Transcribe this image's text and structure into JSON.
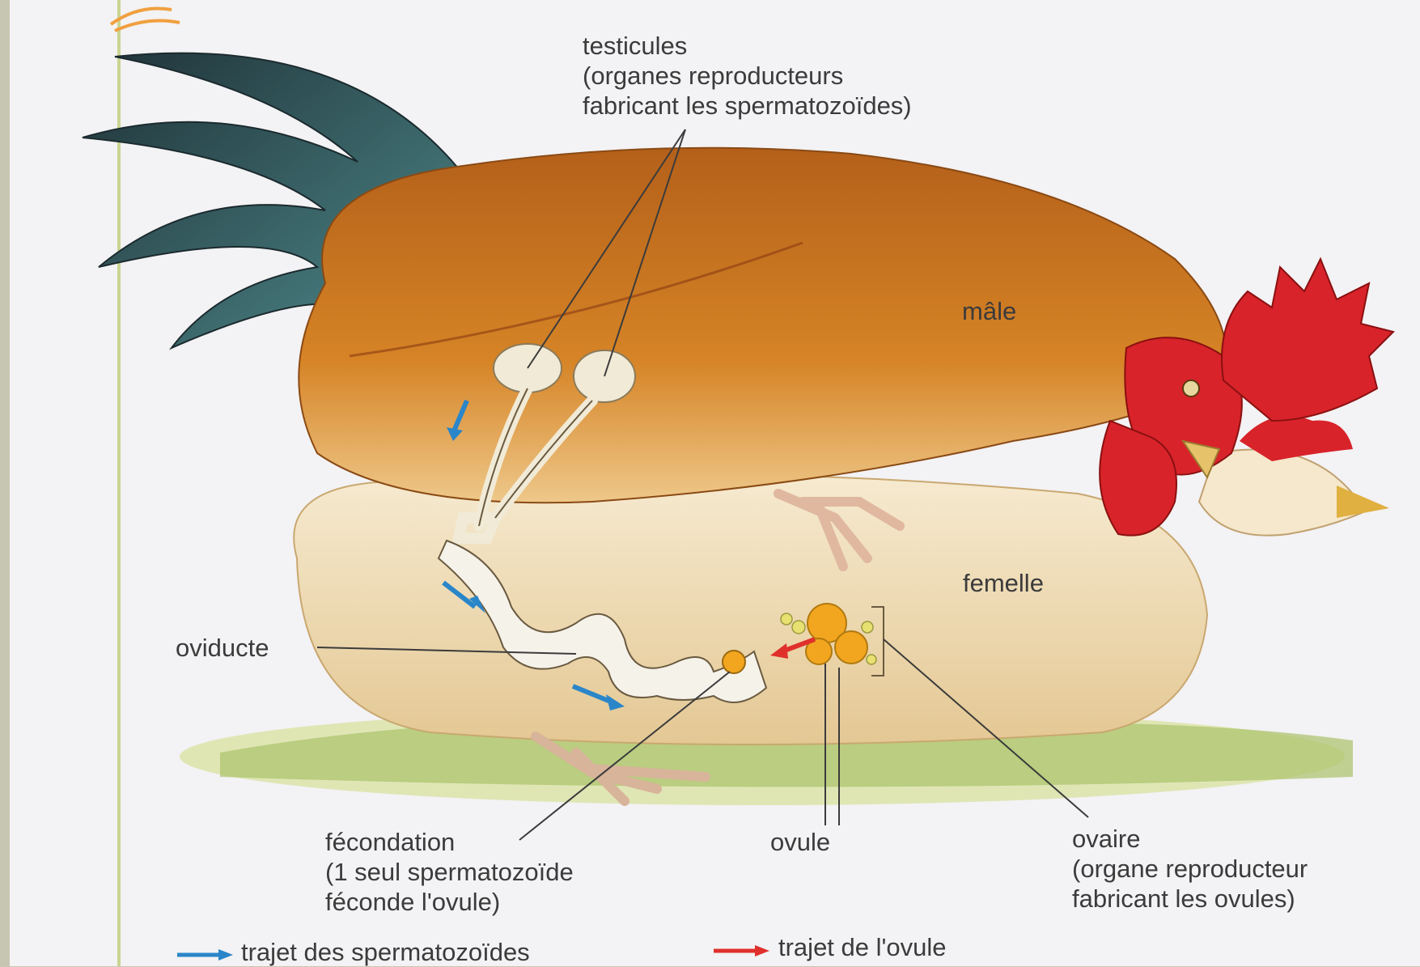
{
  "labels": {
    "testicules": [
      "testicules",
      "(organes reproducteurs",
      "fabricant les spermatozoïdes)"
    ],
    "male": "mâle",
    "femelle": "femelle",
    "oviducte": "oviducte",
    "fecondation": [
      "fécondation",
      "(1 seul spermatozoïde",
      "féconde l'ovule)"
    ],
    "ovule": "ovule",
    "ovaire": [
      "ovaire",
      "(organe reproducteur",
      "fabricant les ovules)"
    ]
  },
  "legend": [
    {
      "label": "trajet des spermatozoïdes",
      "color": "#2a86c8"
    },
    {
      "label": "trajet de l'ovule",
      "color": "#e0302c"
    }
  ],
  "colors": {
    "rooster_body": "#c56e1c",
    "hen_body": "#f0dfb8",
    "comb": "#d8232a",
    "tail": "#2c4f55",
    "egg": "#f2a51e"
  }
}
